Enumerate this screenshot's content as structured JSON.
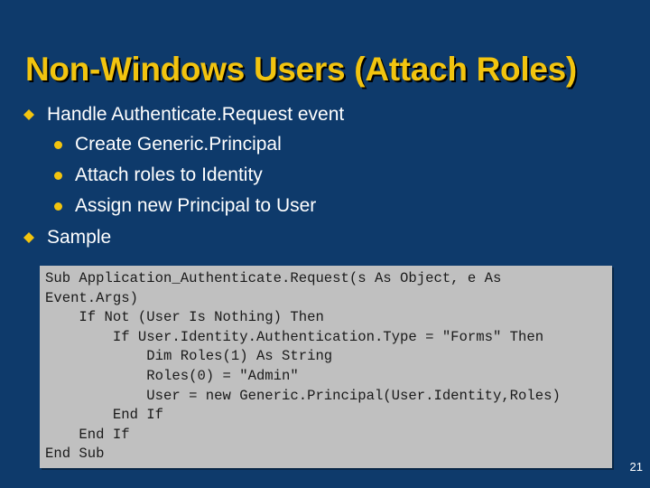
{
  "slide": {
    "title": "Non-Windows Users (Attach Roles)",
    "page_number": "21",
    "colors": {
      "background": "#0e3a6b",
      "title": "#f2c40f",
      "bullet_marker": "#f2c40f",
      "text": "#ffffff",
      "code_background": "#c0c0c0"
    }
  },
  "bullets": [
    {
      "level": 1,
      "marker": "diamond-icon",
      "text": "Handle Authenticate.Request event"
    },
    {
      "level": 2,
      "marker": "dot-icon",
      "text": "Create Generic.Principal"
    },
    {
      "level": 2,
      "marker": "dot-icon",
      "text": "Attach roles to Identity"
    },
    {
      "level": 2,
      "marker": "dot-icon",
      "text": "Assign new Principal to User"
    },
    {
      "level": 1,
      "marker": "diamond-icon",
      "text": "Sample"
    }
  ],
  "code": {
    "lines": [
      "Sub Application_Authenticate.Request(s As Object, e As",
      "Event.Args)",
      "    If Not (User Is Nothing) Then",
      "        If User.Identity.Authentication.Type = \"Forms\" Then",
      "            Dim Roles(1) As String",
      "            Roles(0) = \"Admin\"",
      "            User = new Generic.Principal(User.Identity,Roles)",
      "        End If",
      "    End If",
      "End Sub"
    ]
  }
}
